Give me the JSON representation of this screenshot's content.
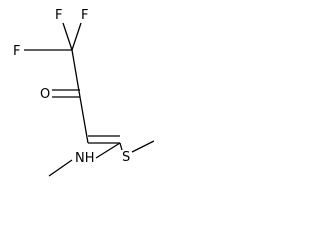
{
  "structure": {
    "atom_labels": {
      "fluorine_top_left": "F",
      "fluorine_top_right": "F",
      "fluorine_left": "F",
      "oxygen": "O",
      "nitrogen": "NH",
      "sulfur": "S"
    },
    "colors": {
      "ink": "#000000",
      "background": "#ffffff"
    }
  }
}
